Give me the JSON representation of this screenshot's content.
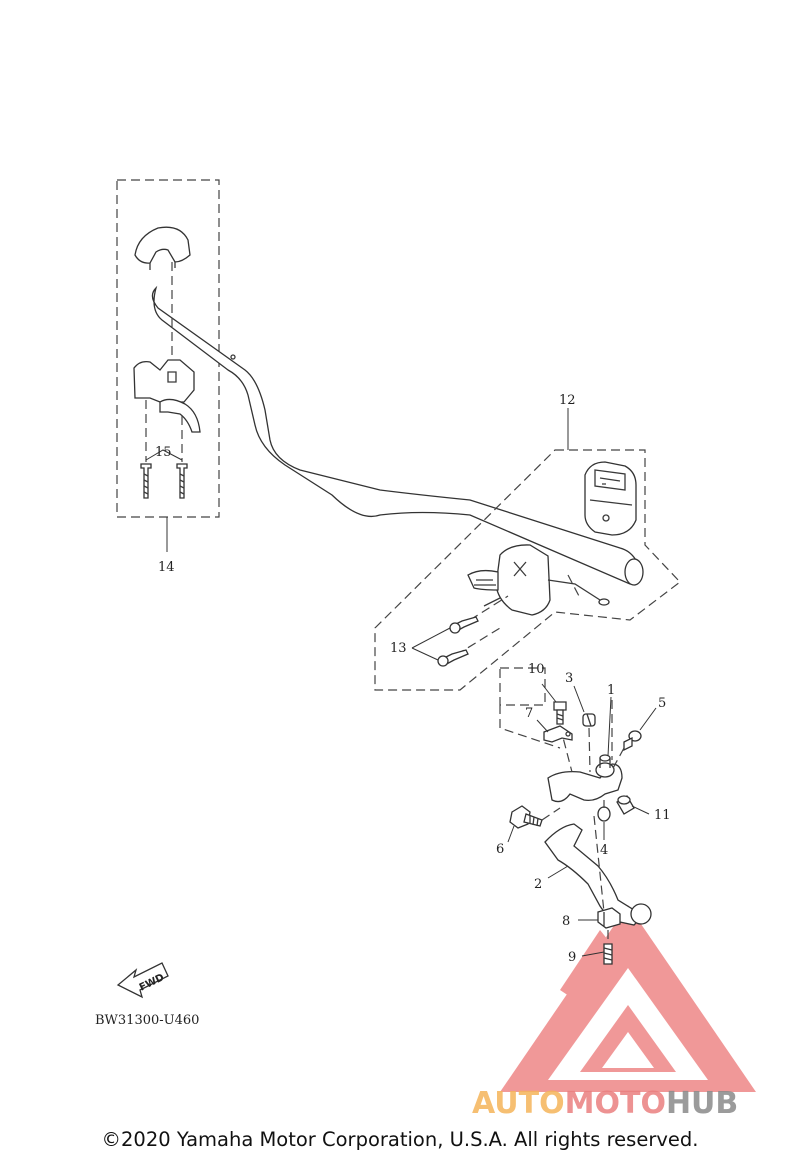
{
  "diagram": {
    "callouts": {
      "c1": "1",
      "c2": "2",
      "c3": "3",
      "c4": "4",
      "c5": "5",
      "c6": "6",
      "c7": "7",
      "c8": "8",
      "c9": "9",
      "c10": "10",
      "c11": "11",
      "c12": "12",
      "c13": "13",
      "c14": "14",
      "c15": "15"
    },
    "fwd_label": "FWD",
    "diagram_code": "BW31300-U460"
  },
  "watermark": {
    "part1": "AUTO",
    "part2": "MOTO",
    "part3": "HUB",
    "colors": {
      "auto": "#f5b55a",
      "moto": "#ea7f7f",
      "hub": "#8a8a8a",
      "triangle": "#e85a5a"
    }
  },
  "footer": {
    "copyright": "©2020 Yamaha Motor Corporation, U.S.A. All rights reserved."
  }
}
